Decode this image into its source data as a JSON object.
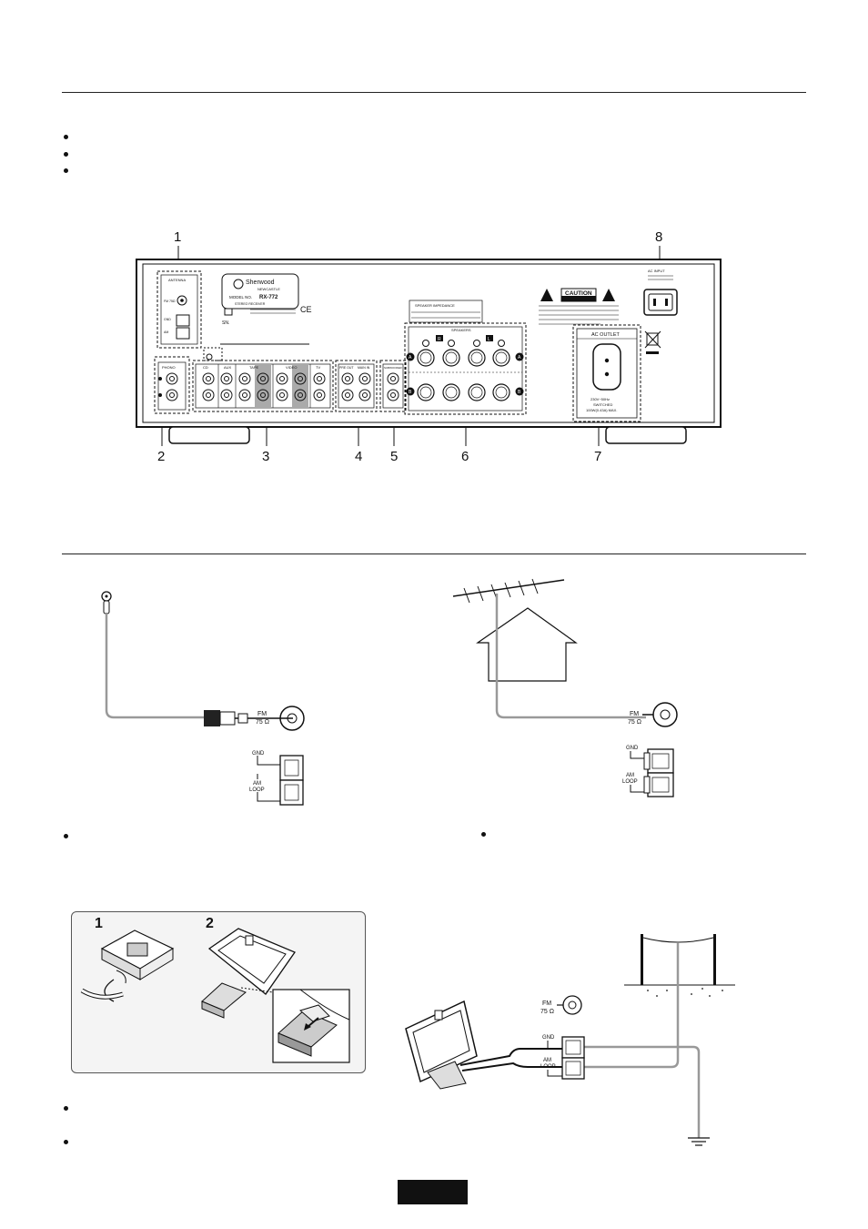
{
  "callouts": [
    "1",
    "2",
    "3",
    "4",
    "5",
    "6",
    "7",
    "8"
  ],
  "panel": {
    "antenna_label": "ANTENNA",
    "fm_label": "FM 75Ω",
    "gnd_small": "GND",
    "am_small": "AM",
    "brand": "Sherwood",
    "brand_sub": "NEWCASTLE",
    "model_label": "MODEL NO.",
    "model": "RX-772",
    "model_sub": "STEREO RECEIVER",
    "ce": "CE",
    "sn": "SN.",
    "phono": "PHONO",
    "cd": "CD",
    "aux": "AUX",
    "tape": "TAPE",
    "video": "VIDEO",
    "tv": "TV",
    "pre_out": "PRE OUT",
    "main_in": "MAIN IN",
    "subwoofer": "SUBWOOFER",
    "speaker_impedance": "SPEAKER IMPEDANCE",
    "speakers": "SPEAKERS",
    "speaker_a": "A",
    "speaker_b": "B",
    "ch_r": "R",
    "ch_l": "L",
    "caution": "CAUTION",
    "ac_input": "AC INPUT",
    "ac_outlet": "AC OUTLET",
    "ac_outlet_spec1": "230V~50Hz",
    "ac_outlet_spec2": "SWITCHED",
    "ac_outlet_spec3": "100W(0.43A) MAX."
  },
  "fm": {
    "fm_label_1": "FM",
    "fm_label_2": "75 Ω",
    "gnd": "GND",
    "am_loop_1": "AM",
    "am_loop_2": "LOOP"
  },
  "assembly": {
    "step1": "1",
    "step2": "2"
  }
}
